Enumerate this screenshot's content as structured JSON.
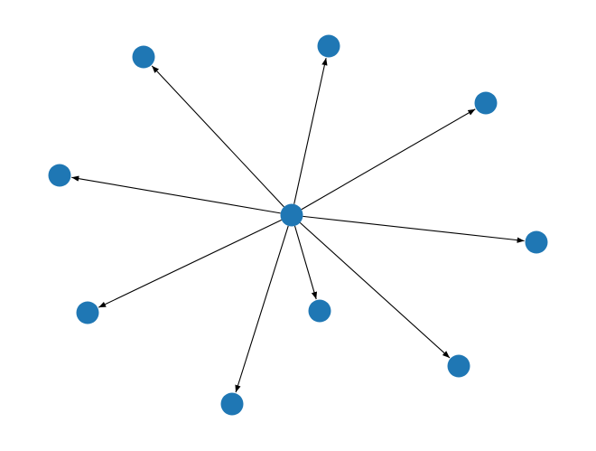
{
  "graph": {
    "directed": true,
    "node_color": "#1f77b4",
    "edge_color": "#000000",
    "nodes": [
      0,
      1,
      2,
      3,
      4,
      5,
      6,
      7,
      8,
      9
    ],
    "edges": [
      [
        0,
        1
      ],
      [
        0,
        2
      ],
      [
        0,
        3
      ],
      [
        0,
        4
      ],
      [
        0,
        5
      ],
      [
        0,
        6
      ],
      [
        0,
        7
      ],
      [
        0,
        8
      ],
      [
        0,
        9
      ]
    ]
  }
}
